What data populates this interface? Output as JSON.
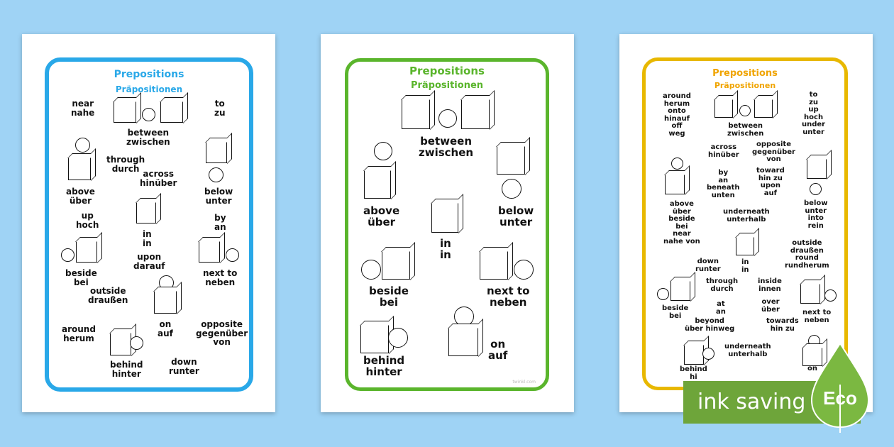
{
  "sheets": [
    {
      "title": "Prepositions",
      "subtitle": "Präpositionen",
      "color": "#29a8e8",
      "labels": [
        "near\nnahe",
        "to\nzu",
        "between\nzwischen",
        "through\ndurch",
        "across\nhinüber",
        "above\nüber",
        "below\nunter",
        "up\nhoch",
        "by\nan",
        "in\nin",
        "upon\ndarauf",
        "beside\nbei",
        "next to\nneben",
        "outside\ndraußen",
        "on\nauf",
        "opposite\ngegenüber\nvon",
        "around\nherum",
        "behind\nhinter",
        "down\nrunter"
      ]
    },
    {
      "title": "Prepositions",
      "subtitle": "Präpositionen",
      "color": "#5ab52c",
      "labels": [
        "between\nzwischen",
        "above\nüber",
        "below\nunter",
        "in\nin",
        "beside\nbei",
        "next to\nneben",
        "behind\nhinter",
        "on\nauf"
      ],
      "footer": "twinkl.com"
    },
    {
      "title": "Prepositions",
      "subtitle": "Präpositionen",
      "color": "#e8b800",
      "title_color": "#f0a400",
      "labels": [
        "around\nherum\nonto\nhinauf\noff\nweg",
        "to\nzu\nup\nhoch\nunder\nunter",
        "between\nzwischen",
        "across\nhinüber",
        "opposite\ngegenüber\nvon",
        "by\nan\nbeneath\nunten",
        "toward\nhin zu\nupon\nauf",
        "above\nüber\nbeside\nbei\nnear\nnahe von",
        "below\nunter\ninto\nrein",
        "underneath\nunterhalb",
        "outside\ndraußen\nround\nrundherum",
        "down\nrunter",
        "in\nin",
        "through\ndurch",
        "inside\ninnen",
        "at\nan",
        "over\nüber",
        "beside\nbei",
        "next to\nneben",
        "beyond\nüber hinweg",
        "towards\nhin zu",
        "underneath\nunterhalb",
        "behind\nhi",
        "on"
      ]
    }
  ],
  "badge": {
    "text": "ink saving",
    "eco_label": "Eco",
    "color": "#6ea53a"
  }
}
